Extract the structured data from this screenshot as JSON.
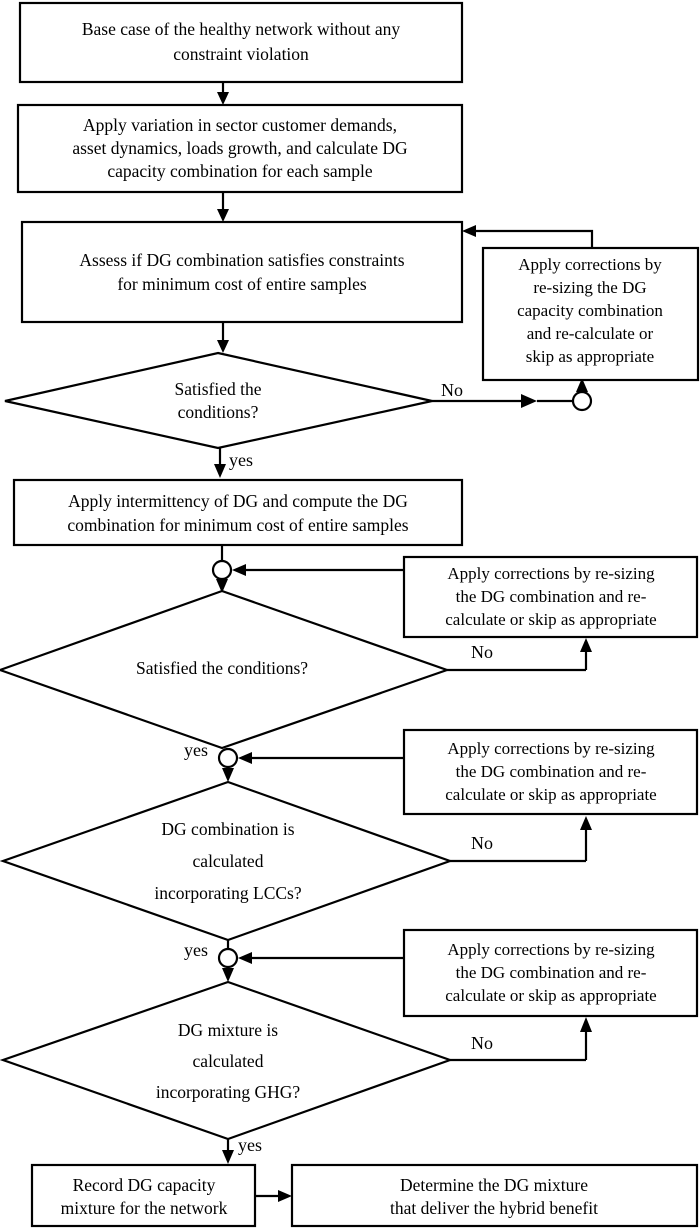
{
  "diagram": {
    "title": "DG capacity planning flowchart",
    "colors": {
      "stroke": "#000000",
      "fill": "#ffffff",
      "text": "#000000"
    },
    "nodes": {
      "base_case": {
        "shape": "rectangle",
        "lines": [
          "Base case of the healthy network without any",
          "constraint violation"
        ]
      },
      "apply_variation": {
        "shape": "rectangle",
        "lines": [
          "Apply variation in sector customer demands,",
          "asset dynamics, loads growth, and  calculate DG",
          "capacity combination for each sample"
        ]
      },
      "assess_dg": {
        "shape": "rectangle",
        "lines": [
          "Assess if DG combination satisfies constraints",
          "for minimum cost of entire samples"
        ]
      },
      "decision_1": {
        "shape": "diamond",
        "lines": [
          "Satisfied the",
          "conditions?"
        ]
      },
      "correction_1": {
        "shape": "rectangle",
        "lines": [
          "Apply corrections by",
          "re-sizing the DG",
          "capacity combination",
          "and re-calculate or",
          "skip as appropriate"
        ]
      },
      "apply_intermittency": {
        "shape": "rectangle",
        "lines": [
          "Apply intermittency of DG and compute the DG",
          "combination for minimum cost of entire samples"
        ]
      },
      "decision_2": {
        "shape": "diamond",
        "lines": [
          "Satisfied the conditions?"
        ]
      },
      "correction_2": {
        "shape": "rectangle",
        "lines": [
          "Apply corrections by re-sizing",
          "the DG combination and re-",
          "calculate or skip as appropriate"
        ]
      },
      "decision_3": {
        "shape": "diamond",
        "lines": [
          "DG combination is",
          "calculated",
          "incorporating  LCCs?"
        ]
      },
      "correction_3": {
        "shape": "rectangle",
        "lines": [
          "Apply corrections by re-sizing",
          "the DG combination and re-",
          "calculate or skip as appropriate"
        ]
      },
      "decision_4": {
        "shape": "diamond",
        "lines": [
          "DG mixture is",
          "calculated",
          "incorporating GHG?"
        ]
      },
      "correction_4": {
        "shape": "rectangle",
        "lines": [
          "Apply corrections by re-sizing",
          "the DG combination and re-",
          "calculate or skip as appropriate"
        ]
      },
      "record_mixture": {
        "shape": "rectangle",
        "lines": [
          "Record DG capacity",
          "mixture for the network"
        ]
      },
      "determine_mixture": {
        "shape": "rectangle",
        "lines": [
          "Determine the DG mixture",
          "that deliver the hybrid benefit"
        ]
      }
    },
    "edge_labels": {
      "no_1": "No",
      "yes_1": "yes",
      "no_2": "No",
      "yes_2": "yes",
      "no_3": "No",
      "yes_3": "yes",
      "no_4": "No",
      "yes_4": "yes"
    }
  }
}
